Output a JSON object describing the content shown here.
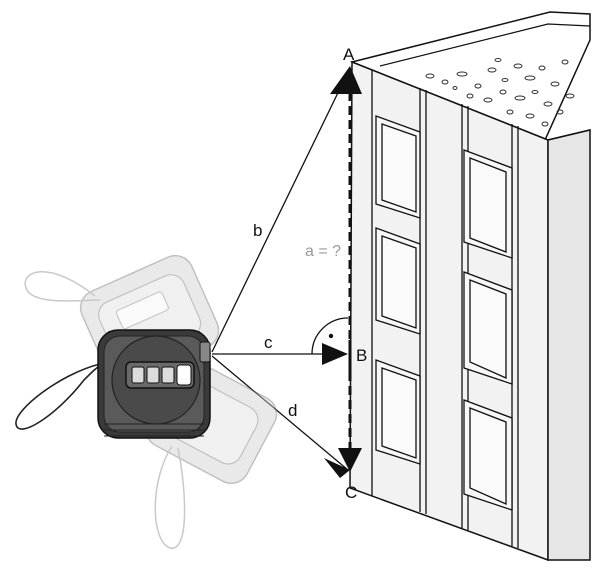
{
  "labels": {
    "point_a": "A",
    "point_b": "B",
    "point_c": "C",
    "line_b": "b",
    "line_c": "c",
    "line_d": "d",
    "unknown_height": "a = ?"
  },
  "colors": {
    "line": "#111111",
    "unknown_label": "#9a9a9a",
    "building_face": "#f2f2f2",
    "building_side": "#e6e6e6",
    "ghost_device": "#c8c8c8",
    "device_body": "#3a3a3a"
  },
  "icons": {
    "device": "laser-rangefinder-icon",
    "right_angle": "right-angle-marker-icon",
    "building": "building-icon"
  }
}
